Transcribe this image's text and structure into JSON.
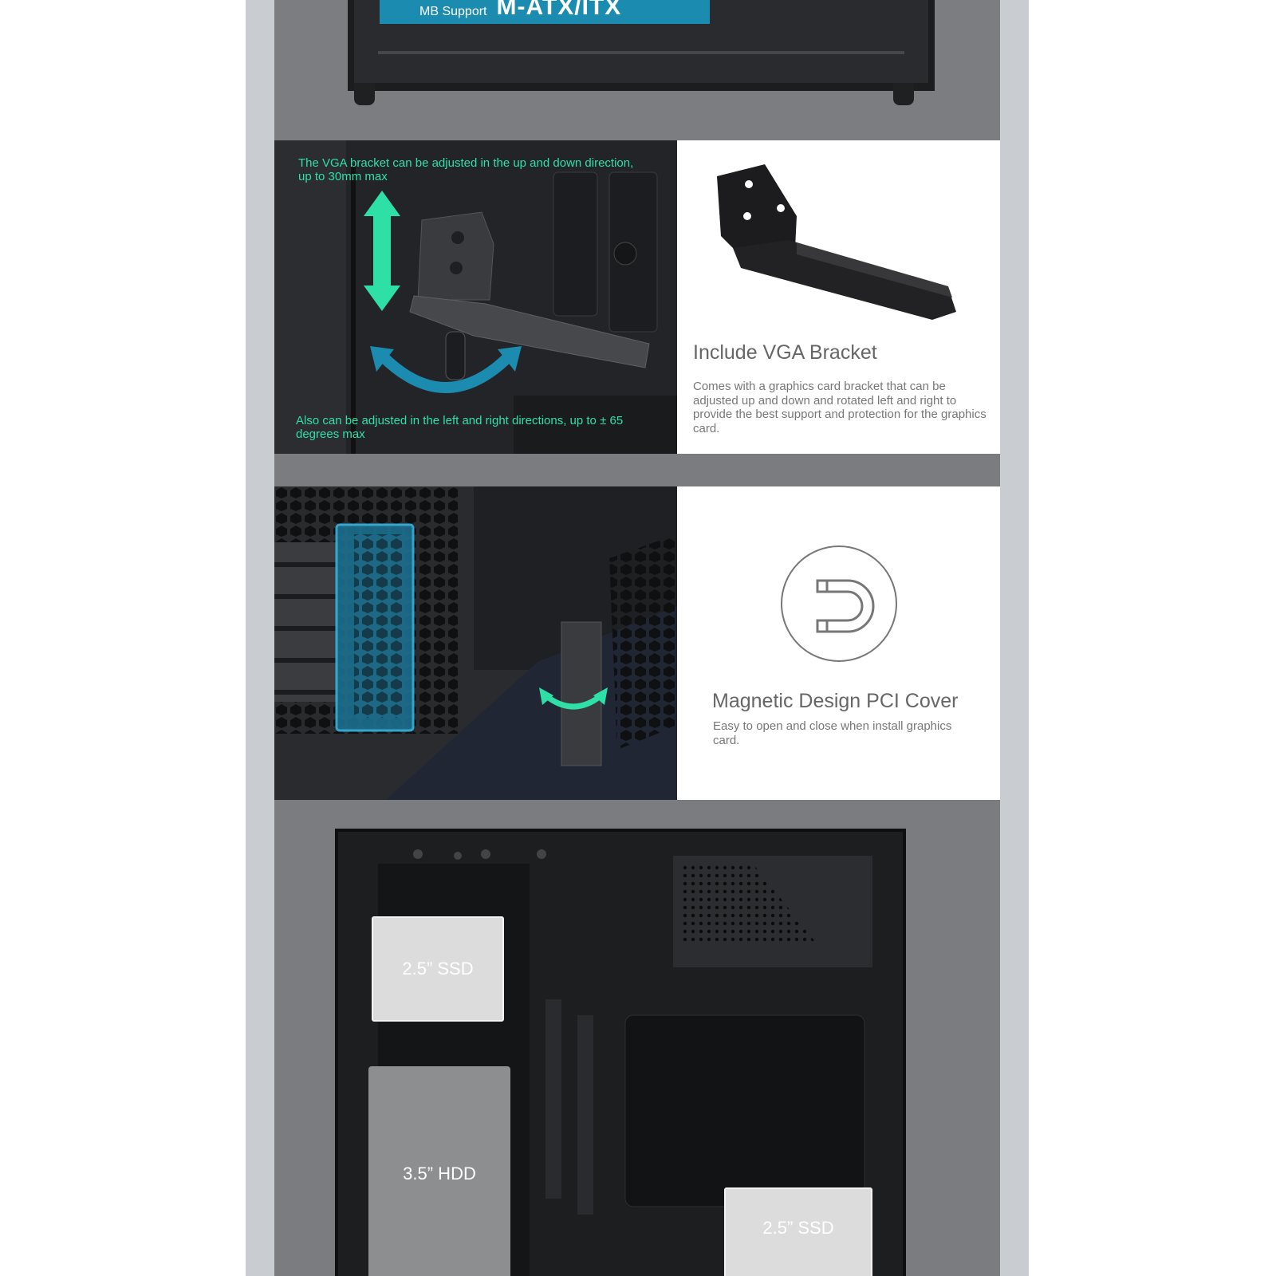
{
  "banner": {
    "mb_support_label": "MB Support",
    "form_factor": "M-ATX/ITX"
  },
  "vga_section": {
    "overlay_top": "The VGA bracket can be adjusted in the up and down direction, up to 30mm max",
    "overlay_bottom": "Also can be adjusted in the left and right directions, up to ± 65 degrees max",
    "title": "Include VGA Bracket",
    "description": "Comes with a graphics card bracket that can be adjusted up and down and rotated left and right to provide the best support and protection for the graphics card."
  },
  "pci_section": {
    "icon": "magnet-icon",
    "title": "Magnetic Design PCI Cover",
    "description": "Easy to open and close when install graphics card."
  },
  "storage_section": {
    "drives": [
      "2.5” SSD",
      "3.5” HDD",
      "2.5” SSD"
    ]
  },
  "colors": {
    "accent_green": "#2fe0a6",
    "accent_blue": "#1c8bb0",
    "frame_grey": "#c9ccd0",
    "section_grey": "#7a7c7f"
  }
}
